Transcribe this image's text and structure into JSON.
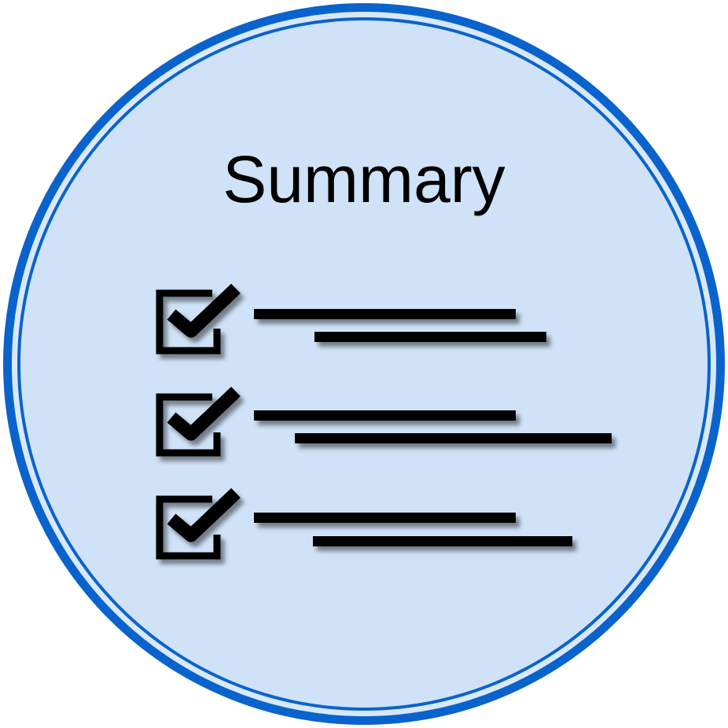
{
  "title": "Summary",
  "colors": {
    "ring": "#0a63cc",
    "fill": "#cfe2f7",
    "gap": "#d9e8f8",
    "ink": "#000000"
  },
  "icons": {
    "badge": "summary-checklist-badge",
    "check": "checkbox-checked-icon"
  },
  "checklist": {
    "item_count": 3
  }
}
